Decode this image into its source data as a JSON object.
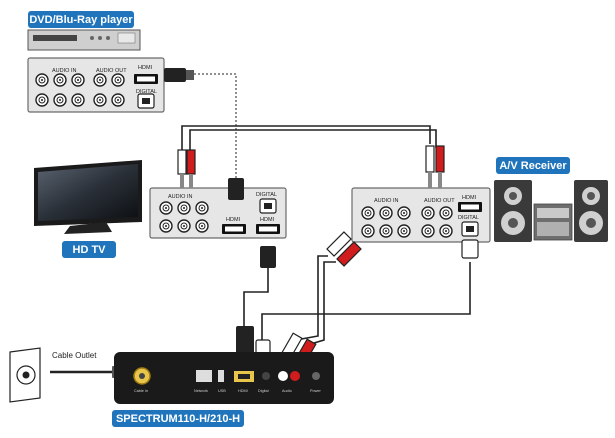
{
  "labels": {
    "dvd_player": "DVD/Blu-Ray player",
    "hdtv": "HD TV",
    "av_receiver": "A/V Receiver",
    "spectrum_box": "SPECTRUM110-H/210-H",
    "cable_outlet": "Cable Outlet"
  },
  "dvd_panel": {
    "audio_in": "AUDIO IN",
    "audio_out": "AUDIO OUT",
    "hdmi": "HDMI",
    "digital": "DIGITAL"
  },
  "tv_panel": {
    "audio_in": "AUDIO IN",
    "digital": "DIGITAL",
    "hdmi": "HDMI",
    "hdmi_2": "HDMI"
  },
  "receiver_panel": {
    "audio_in": "AUDIO IN",
    "audio_out": "AUDIO OUT",
    "hdmi": "HDMI",
    "digital": "DIGITAL"
  },
  "box_ports": [
    "Cable In",
    "Network",
    "USB",
    "HDMI",
    "Digital",
    "Audio",
    "Power"
  ],
  "colors": {
    "badge": "#1f74bb",
    "cable": "#222222",
    "rca_red": "#d01c1c",
    "rca_white": "#ffffff",
    "panel": "#e6e6e6"
  }
}
